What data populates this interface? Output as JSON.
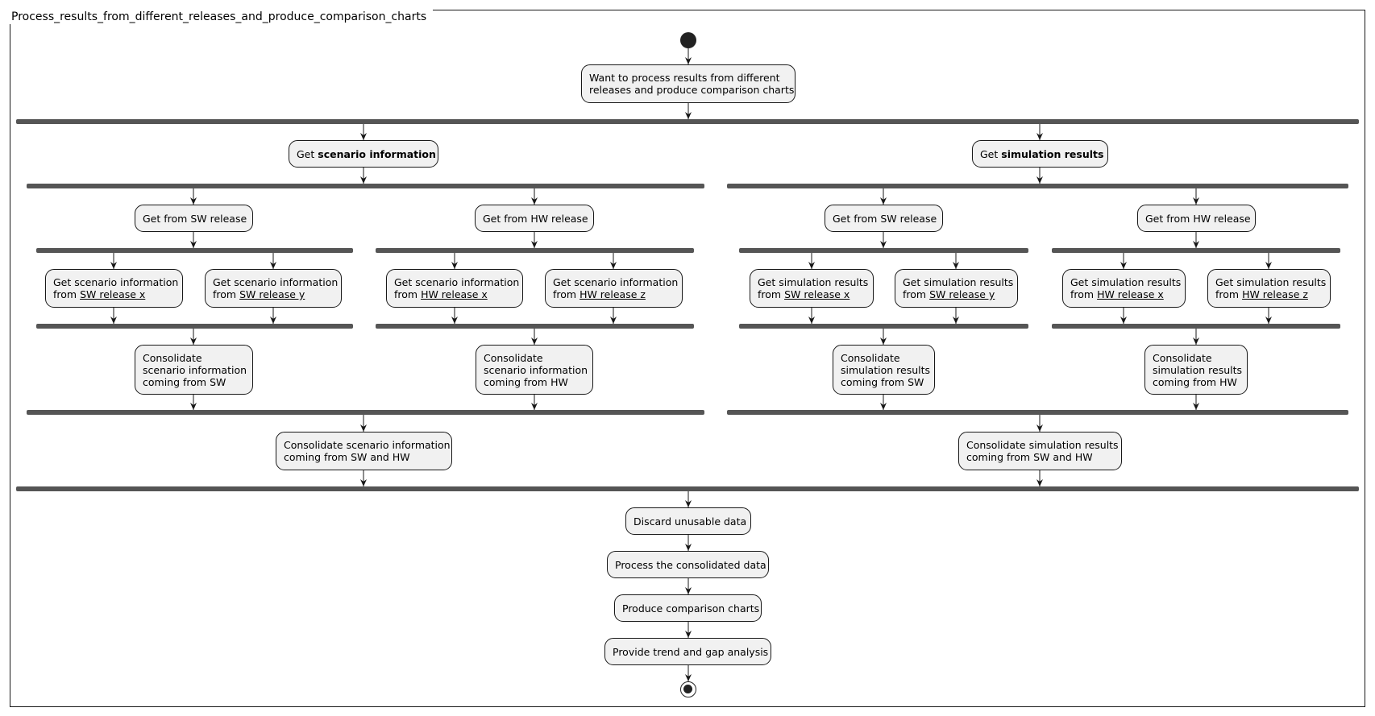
{
  "frame": {
    "title": "Process_results_from_different_releases_and_produce_comparison_charts"
  },
  "start": {
    "line1": "Want to process results from different",
    "line2": "releases and produce comparison charts"
  },
  "scenario": {
    "get_prefix": "Get ",
    "get_bold": "scenario information",
    "sw": {
      "label": "Get from SW release",
      "a": {
        "line1": "Get scenario information",
        "from": "from ",
        "release": "SW release x"
      },
      "b": {
        "line1": "Get scenario information",
        "from": "from ",
        "release": "SW release y"
      },
      "consolidate": {
        "line1": "Consolidate",
        "line2": "scenario information",
        "line3": "coming from SW"
      }
    },
    "hw": {
      "label": "Get from HW release",
      "a": {
        "line1": "Get scenario information",
        "from": "from ",
        "release": "HW release x"
      },
      "b": {
        "line1": "Get scenario information",
        "from": "from ",
        "release": "HW release z"
      },
      "consolidate": {
        "line1": "Consolidate",
        "line2": "scenario information",
        "line3": "coming from HW"
      }
    },
    "consolidate": {
      "line1": "Consolidate scenario information",
      "line2": "coming from SW and HW"
    }
  },
  "simulation": {
    "get_prefix": "Get ",
    "get_bold": "simulation results",
    "sw": {
      "label": "Get from SW release",
      "a": {
        "line1": "Get simulation results",
        "from": "from ",
        "release": "SW release x"
      },
      "b": {
        "line1": "Get simulation results",
        "from": "from ",
        "release": "SW release y"
      },
      "consolidate": {
        "line1": "Consolidate",
        "line2": "simulation results",
        "line3": "coming from SW"
      }
    },
    "hw": {
      "label": "Get from HW release",
      "a": {
        "line1": "Get simulation results",
        "from": "from ",
        "release": "HW release x"
      },
      "b": {
        "line1": "Get simulation results",
        "from": "from ",
        "release": "HW release z"
      },
      "consolidate": {
        "line1": "Consolidate",
        "line2": "simulation results",
        "line3": "coming from HW"
      }
    },
    "consolidate": {
      "line1": "Consolidate simulation results",
      "line2": "coming from SW and HW"
    }
  },
  "final_steps": {
    "discard": "Discard unusable data",
    "process": "Process the consolidated data",
    "produce": "Produce comparison charts",
    "provide": "Provide trend and gap analysis"
  },
  "colors": {
    "node_fill": "#f1f1f1",
    "border": "#181818",
    "bar": "#555555"
  }
}
